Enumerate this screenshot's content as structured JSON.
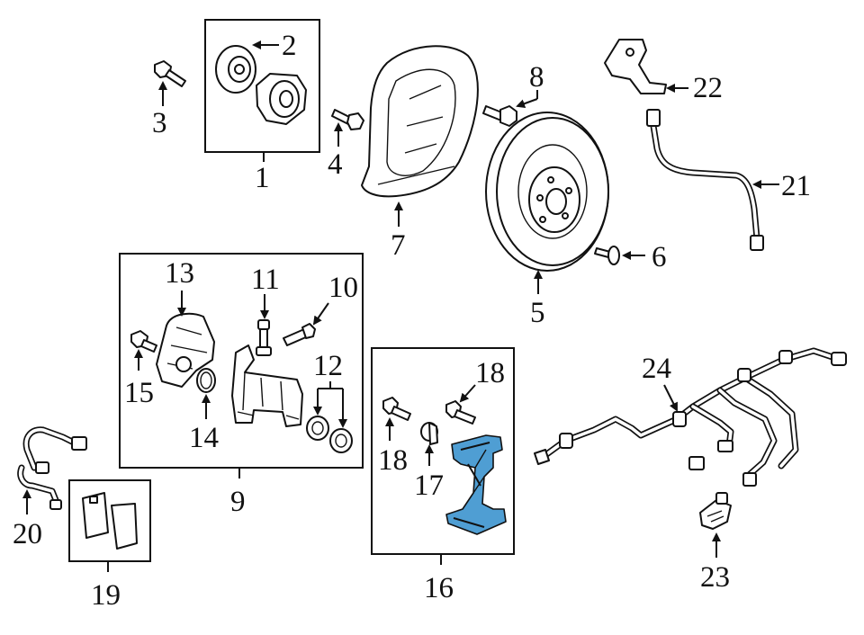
{
  "callouts": {
    "c1": "1",
    "c2": "2",
    "c3": "3",
    "c4": "4",
    "c5": "5",
    "c6": "6",
    "c7": "7",
    "c8": "8",
    "c9": "9",
    "c10": "10",
    "c11": "11",
    "c12": "12",
    "c13": "13",
    "c14": "14",
    "c15": "15",
    "c16": "16",
    "c17": "17",
    "c18a": "18",
    "c18b": "18",
    "c19": "19",
    "c20": "20",
    "c21": "21",
    "c22": "22",
    "c23": "23",
    "c24": "24"
  },
  "colors": {
    "highlight": "#4f9ed3",
    "line": "#111111"
  },
  "highlighted_part": "16"
}
